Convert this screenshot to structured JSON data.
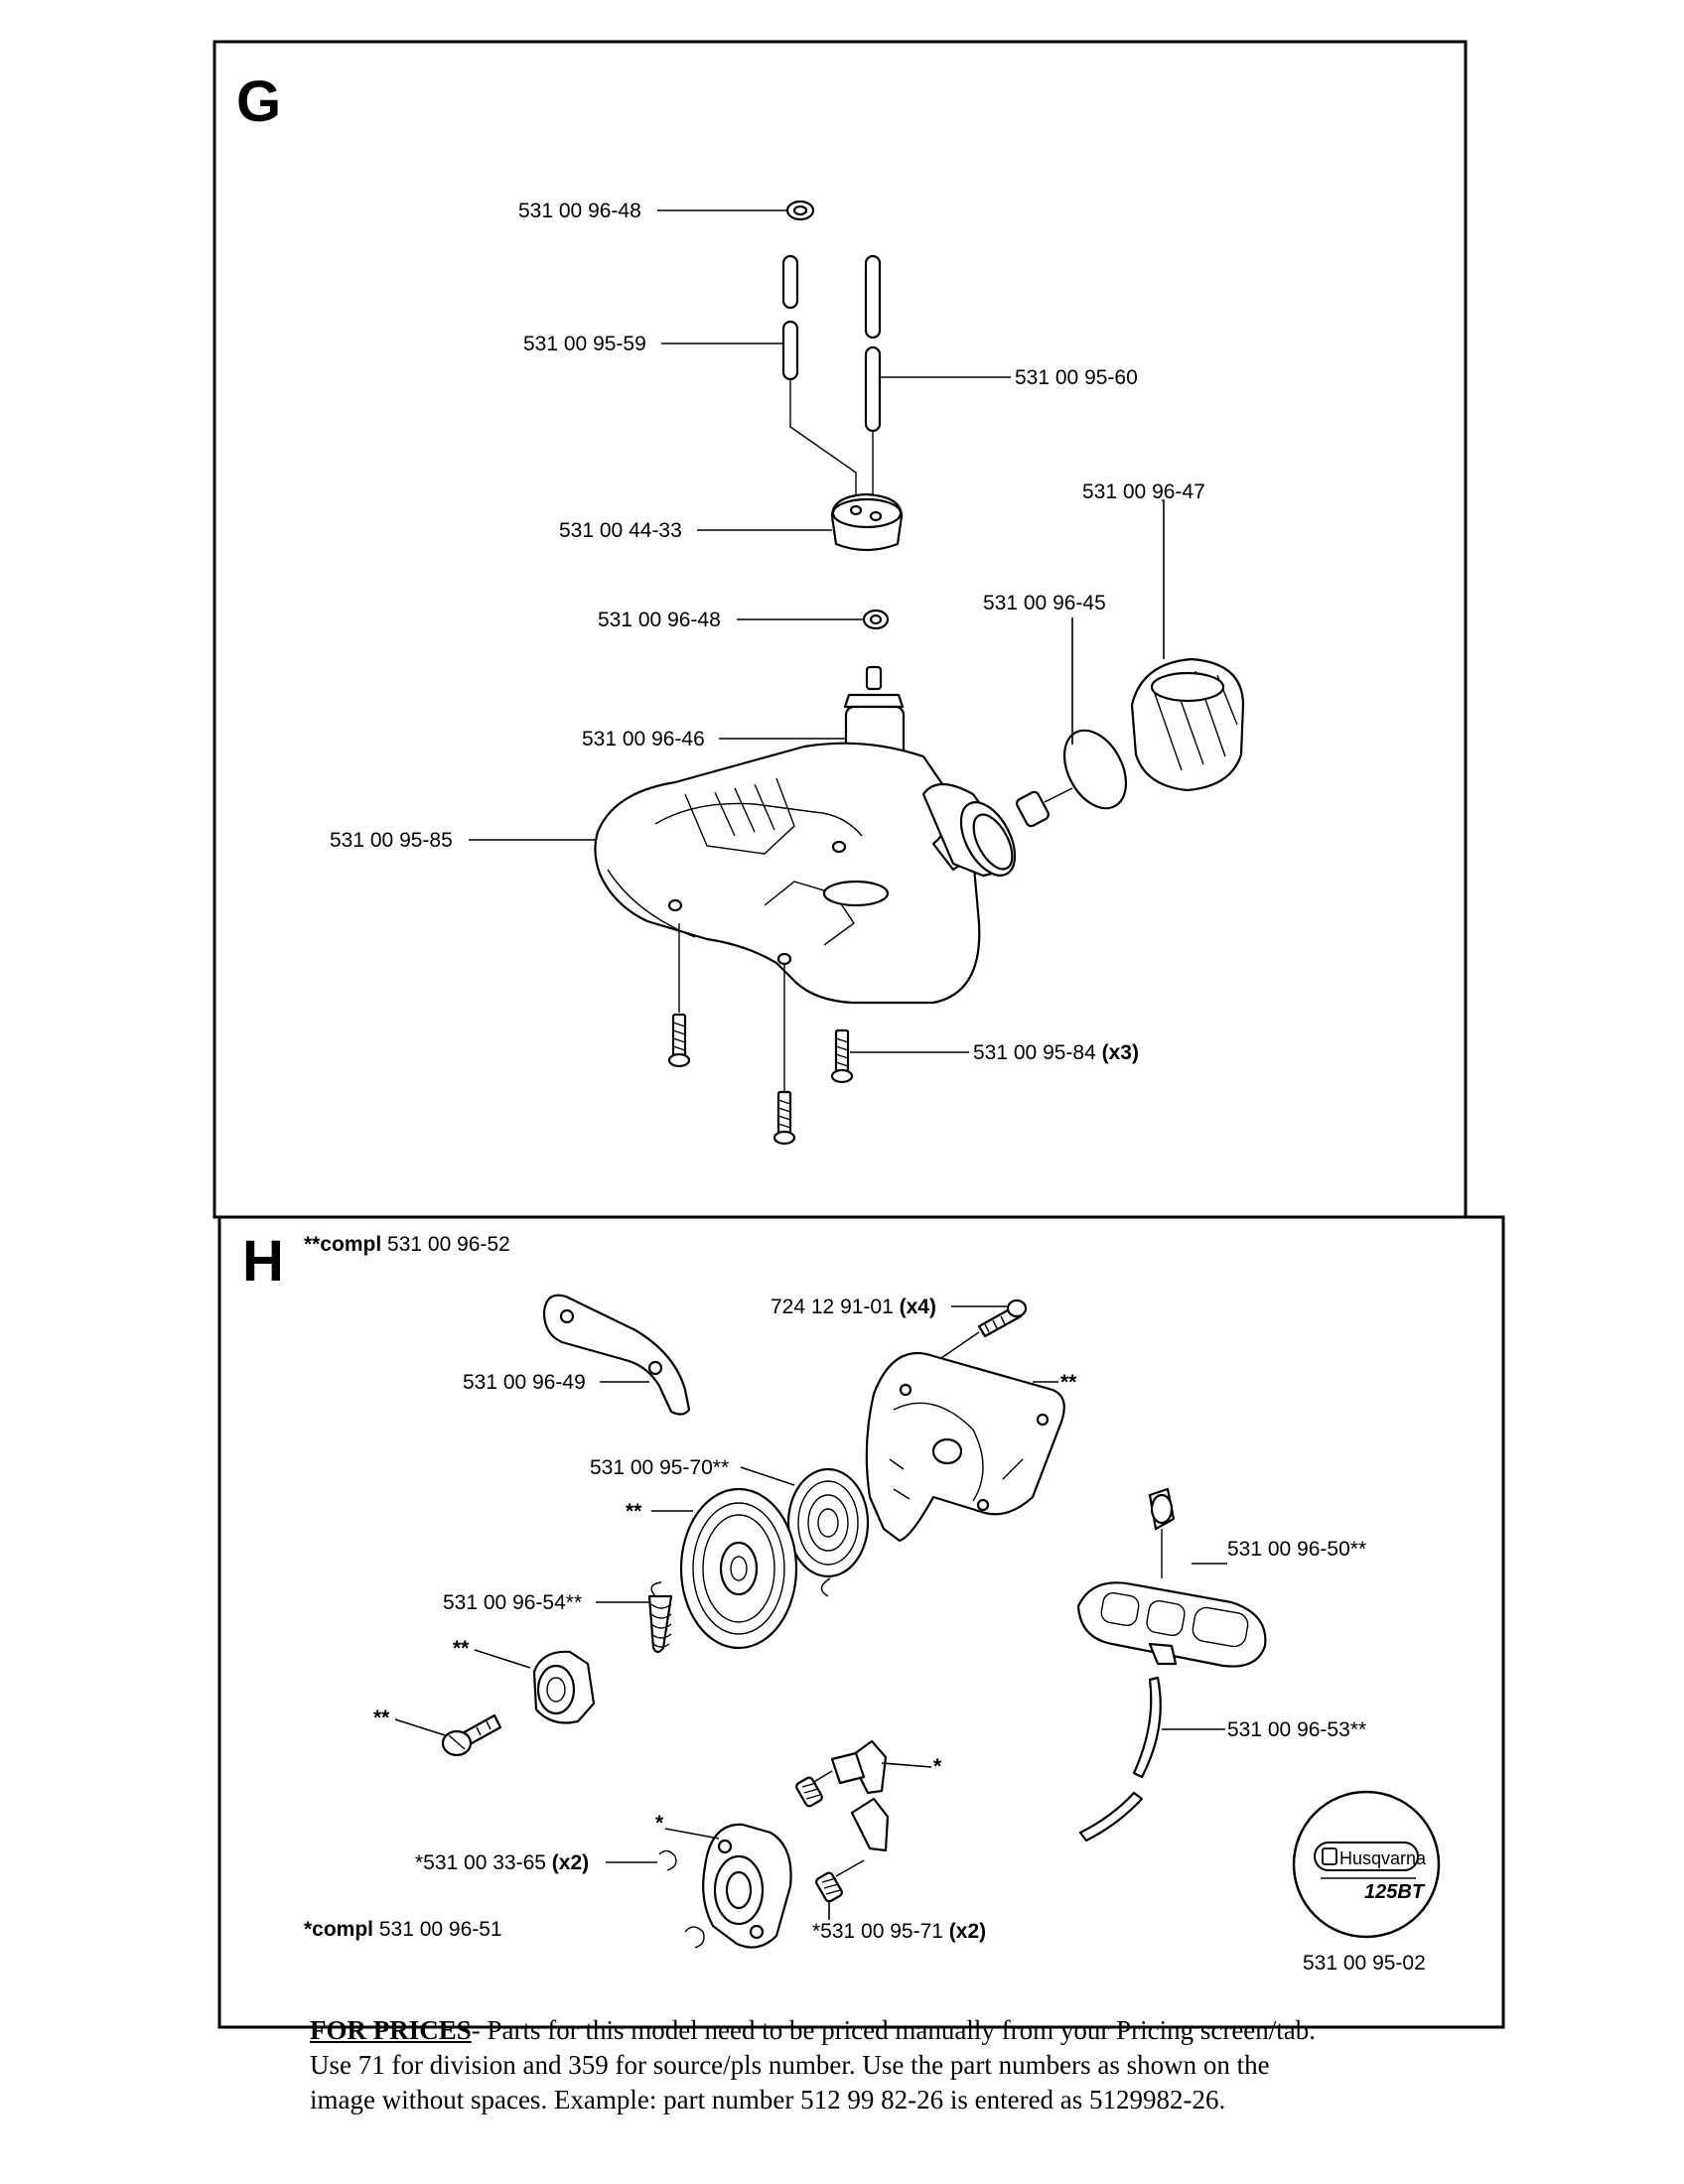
{
  "sections": {
    "g": {
      "letter": "G",
      "labels": {
        "grommet_top": "531 00 96-48",
        "hose_left": "531 00 95-59",
        "hose_right": "531 00 95-60",
        "tank_grommet": "531 00 44-33",
        "grommet_mid": "531 00 96-48",
        "fuel_filter": "531 00 96-46",
        "gasket": "531 00 96-45",
        "fuel_cap": "531 00 96-47",
        "fuel_tank": "531 00 95-85",
        "screw": "531 00 95-84",
        "screw_qty": "(x3)"
      }
    },
    "h": {
      "letter": "H",
      "compl_prefix": "**compl",
      "compl_number": "531 00 96-52",
      "labels": {
        "screw": "724 12 91-01",
        "screw_qty": "(x4)",
        "bracket": "531 00 96-49",
        "housing_mark": "**",
        "spring": "531 00 95-70**",
        "pulley_mark": "**",
        "small_spring": "531 00 96-54**",
        "hub_mark": "**",
        "bolt_mark": "**",
        "handle": "531 00 96-50**",
        "rope": "531 00 96-53**",
        "pawl_mark": "*",
        "flange_mark": "*",
        "washer": "*531 00 33-65",
        "washer_qty": "(x2)",
        "pawl_spring": "*531 00 95-71",
        "pawl_spring_qty": "(x2)",
        "compl_kit_prefix": "*compl",
        "compl_kit_number": "531 00 96-51"
      },
      "logo": {
        "brand": "Husqvarna",
        "model": "125BT"
      },
      "diagram_number": "531 00 95-02"
    }
  },
  "footer": {
    "heading": "FOR PRICES",
    "line1": "- Parts for this model need to be priced manually from your Pricing screen/tab.",
    "line2": "Use 71 for division and 359 for source/pls number.   Use the part numbers as shown on the",
    "line3": "image without spaces.  Example: part number 512 99 82-26 is entered as 5129982-26."
  }
}
